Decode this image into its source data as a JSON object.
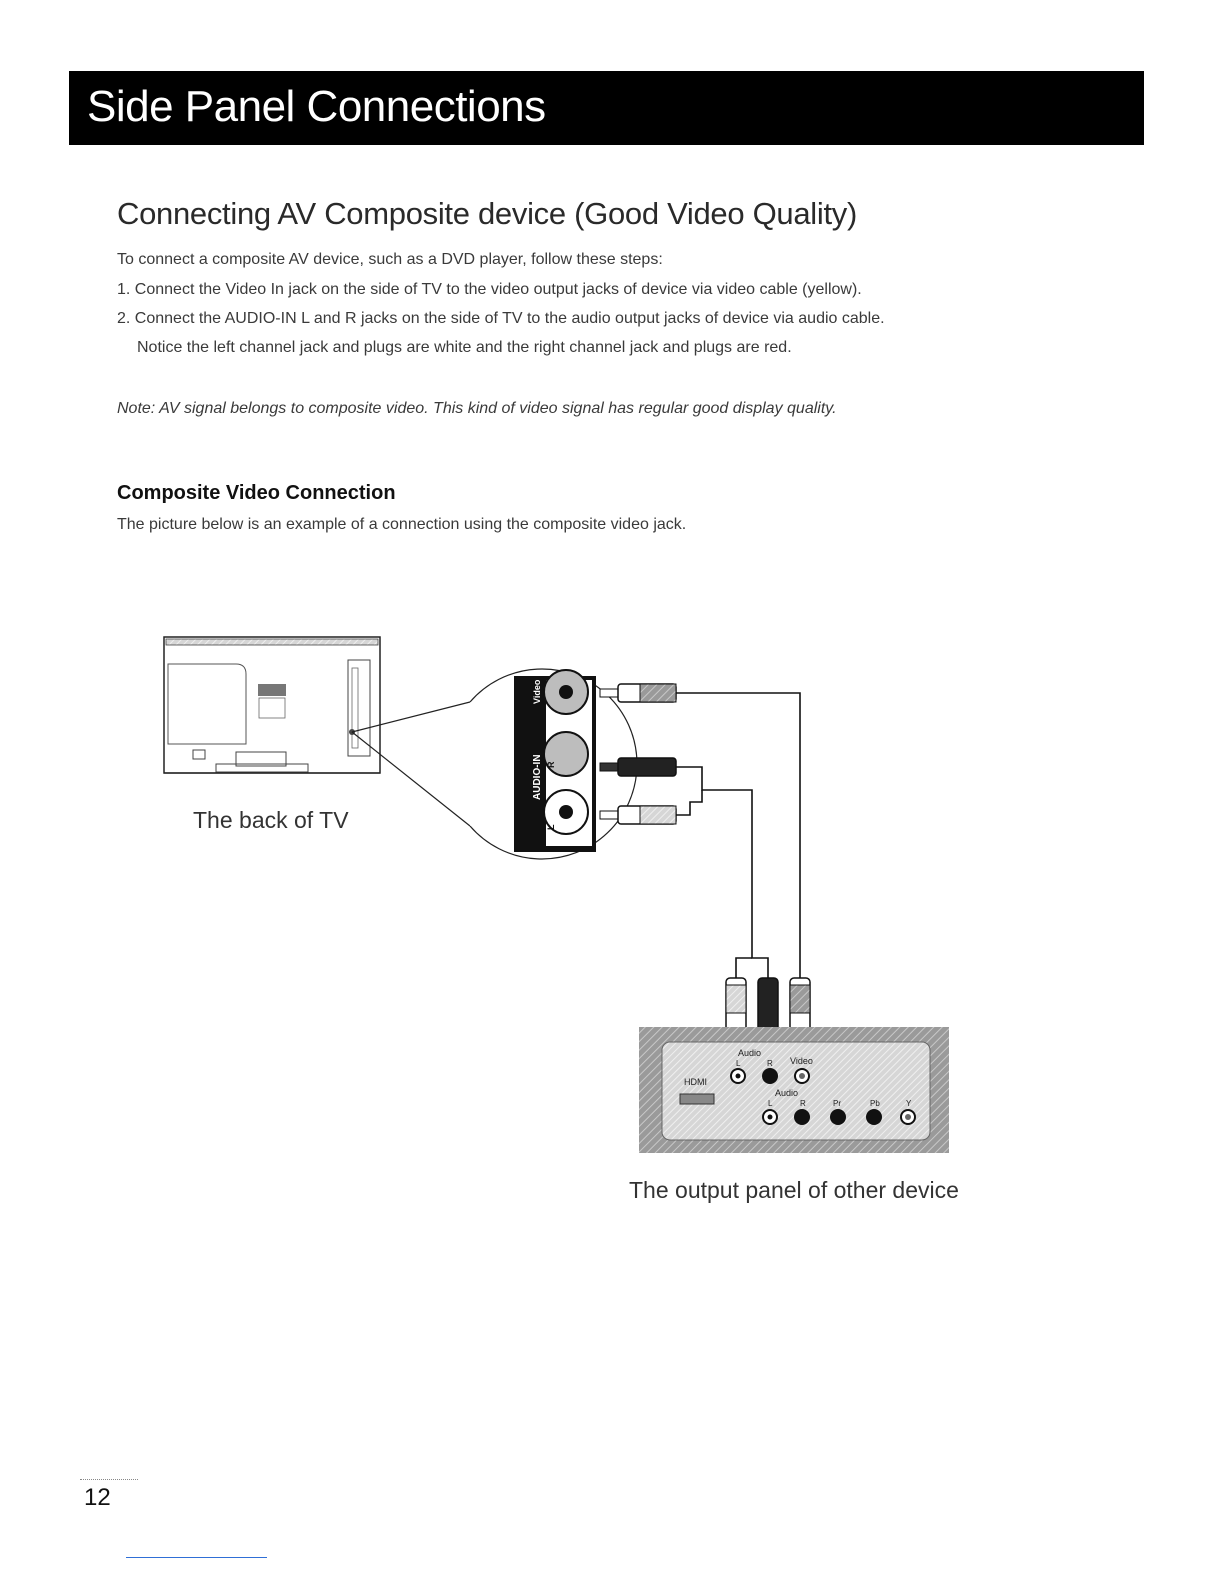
{
  "header": {
    "title": "Side Panel Connections"
  },
  "section": {
    "title": "Connecting AV Composite device (Good Video Quality)",
    "intro": "To  connect a composite AV device, such as a DVD player, follow these steps:",
    "step1": "1. Connect the Video In jack on the side of TV to the video output jacks of device via video cable (yellow).",
    "step2": "2. Connect the AUDIO-IN L and R jacks on the side of TV to the audio output jacks of device via audio cable.",
    "step2_cont": "Notice the left channel jack and plugs are white and the right channel jack and plugs are red.",
    "note": "Note: AV signal belongs to composite video. This kind of video signal has regular good display quality."
  },
  "composite": {
    "heading": "Composite Video Connection",
    "description": "The picture below is an example of a connection using the composite video jack."
  },
  "diagram": {
    "tv_caption": "The back of TV",
    "device_caption": "The output panel of other device",
    "tv_jack_labels": {
      "video": "Video",
      "audio_in": "AUDIO-IN",
      "r": "R",
      "l": "L"
    },
    "device_labels": {
      "hdmi": "HDMI",
      "audio_top": "Audio",
      "l_top": "L",
      "r_top": "R",
      "video": "Video",
      "audio_bottom": "Audio",
      "l_bottom": "L",
      "r_bottom": "R",
      "pr": "Pr",
      "pb": "Pb",
      "y": "Y"
    }
  },
  "footer": {
    "page_number": "12"
  }
}
